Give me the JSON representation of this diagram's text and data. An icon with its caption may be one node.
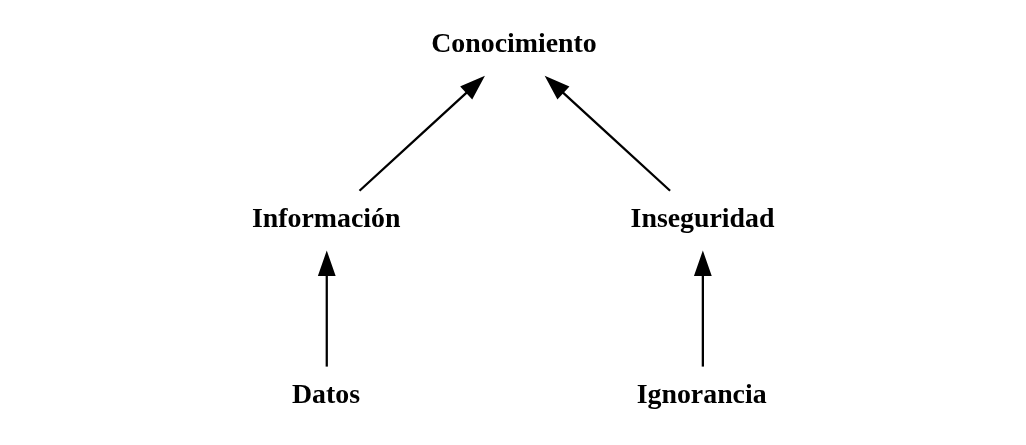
{
  "diagram": {
    "nodes": [
      {
        "text": [
          "Conocimiento"
        ]
      },
      {
        "text": [
          "Información"
        ]
      },
      {
        "text": [
          "Inseguridad"
        ]
      },
      {
        "text": [
          "Datos"
        ]
      },
      {
        "text": [
          "Ignorancia"
        ]
      }
    ],
    "edges": [
      {
        "from": 1,
        "to": 0,
        "arrow": "to"
      },
      {
        "from": 2,
        "to": 0,
        "arrow": "to"
      },
      {
        "from": 3,
        "to": 1,
        "arrow": "to"
      },
      {
        "from": 4,
        "to": 2,
        "arrow": "to"
      }
    ]
  }
}
